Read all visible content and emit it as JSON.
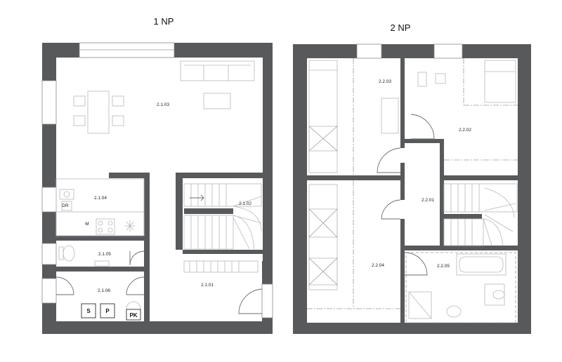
{
  "floors": [
    {
      "title": "1 NP",
      "rooms": [
        "2.1.01",
        "2.1.02",
        "2.1.03",
        "2.1.04",
        "2.1.05",
        "2.1.06"
      ]
    },
    {
      "title": "2 NP",
      "rooms": [
        "2.2.01",
        "2.2.02",
        "2.2.03",
        "2.2.04",
        "2.2.05"
      ]
    }
  ],
  "fixtures": {
    "dishwasher": "DR",
    "oven": "M",
    "washer": "S",
    "dryer": "P",
    "boiler": "PK"
  },
  "colors": {
    "wall": "#58595b",
    "furniture": "#b8b8b8",
    "background": "#ffffff"
  }
}
